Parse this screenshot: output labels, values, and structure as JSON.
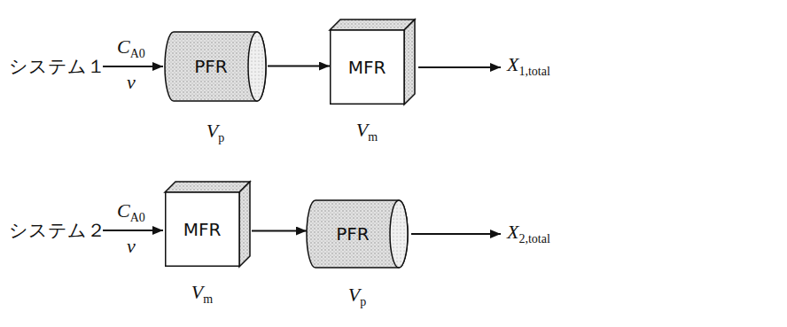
{
  "diagram": {
    "nodes": [
      {
        "text": [
          "PFR",
          "Vp"
        ]
      },
      {
        "text": [
          "MFR",
          "Vm"
        ]
      },
      {
        "text": [
          "MFR",
          "Vm"
        ]
      },
      {
        "text": [
          "PFR",
          "Vp"
        ]
      }
    ],
    "edges": [
      {
        "from": 0,
        "to": 1,
        "arrow": "to"
      },
      {
        "from": 2,
        "to": 3,
        "arrow": "to"
      }
    ],
    "labels": [
      "システム１",
      "CA0",
      "v",
      "X1,total",
      "システム２",
      "CA0",
      "v",
      "X2,total"
    ]
  }
}
